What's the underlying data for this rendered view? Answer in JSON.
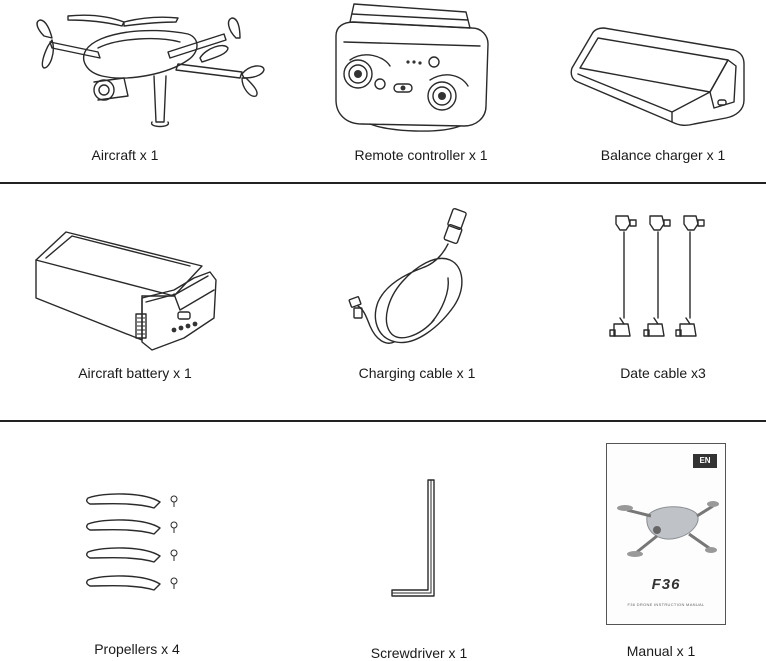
{
  "rows": [
    {
      "items": [
        {
          "label": "Aircraft x 1",
          "icon": "aircraft-icon"
        },
        {
          "label": "Remote controller x 1",
          "icon": "remote-controller-icon"
        },
        {
          "label": "Balance charger x 1",
          "icon": "balance-charger-icon"
        }
      ]
    },
    {
      "items": [
        {
          "label": "Aircraft battery x 1",
          "icon": "battery-icon"
        },
        {
          "label": "Charging cable x 1",
          "icon": "charging-cable-icon"
        },
        {
          "label": "Date cable x3",
          "icon": "data-cable-icon"
        }
      ]
    },
    {
      "items": [
        {
          "label": "Propellers x 4",
          "icon": "propellers-icon"
        },
        {
          "label": "Screwdriver x 1",
          "icon": "screwdriver-icon"
        },
        {
          "label": "Manual x 1",
          "icon": "manual-icon"
        }
      ]
    }
  ],
  "manual": {
    "badge": "EN",
    "title": "F36",
    "subtitle": "F36 DRONE INSTRUCTION MANUAL"
  }
}
